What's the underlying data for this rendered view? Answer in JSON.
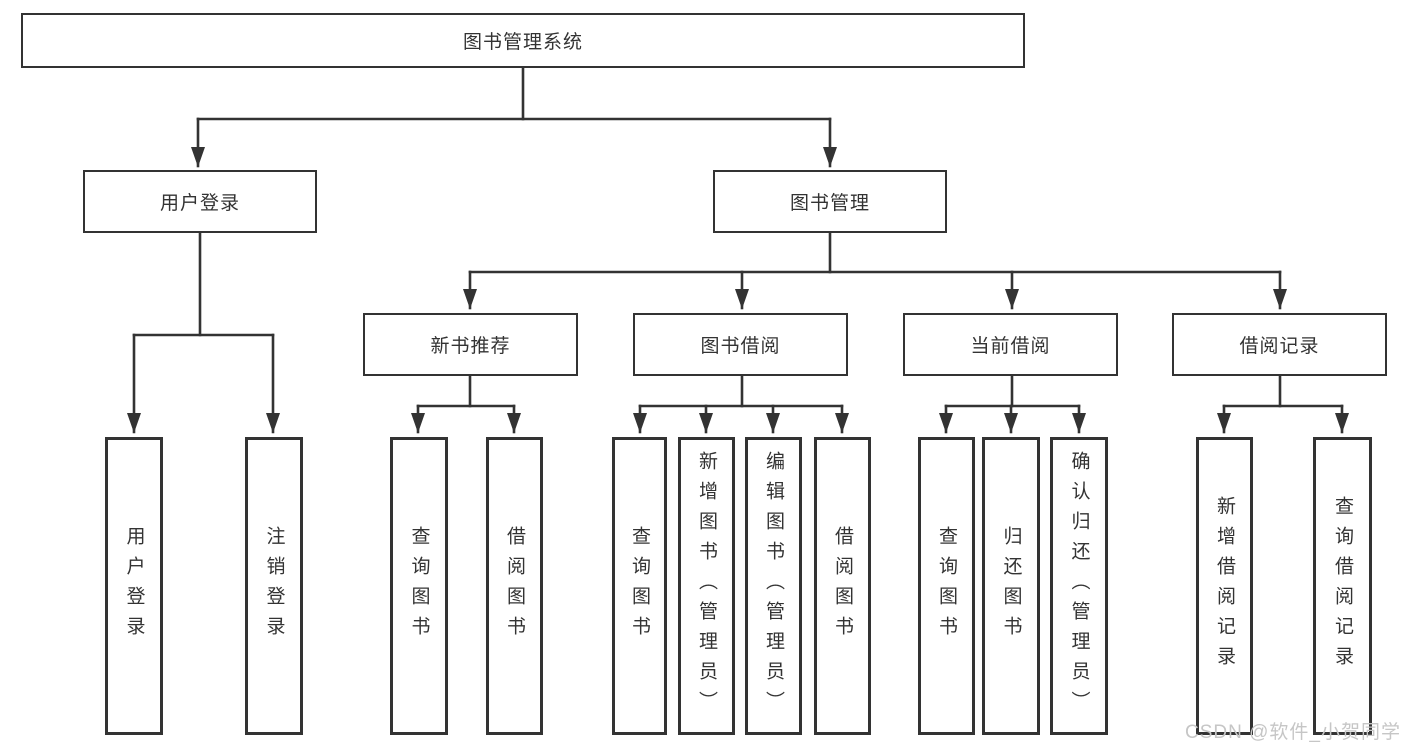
{
  "tree": {
    "root": "图书管理系统",
    "level2": [
      {
        "label": "用户登录",
        "children": [
          "用户登录",
          "注销登录"
        ]
      },
      {
        "label": "图书管理",
        "groups": [
          {
            "label": "新书推荐",
            "children": [
              "查询图书",
              "借阅图书"
            ]
          },
          {
            "label": "图书借阅",
            "children": [
              "查询图书",
              "新增图书（管理员）",
              "编辑图书（管理员）",
              "借阅图书"
            ]
          },
          {
            "label": "当前借阅",
            "children": [
              "查询图书",
              "归还图书",
              "确认归还（管理员）"
            ]
          },
          {
            "label": "借阅记录",
            "children": [
              "新增借阅记录",
              "查询借阅记录"
            ]
          }
        ]
      }
    ]
  },
  "watermark": "CSDN @软件_小贺同学",
  "colors": {
    "line": "#333333",
    "text": "#333333",
    "background": "#ffffff",
    "watermark": "#c6c6c6"
  }
}
